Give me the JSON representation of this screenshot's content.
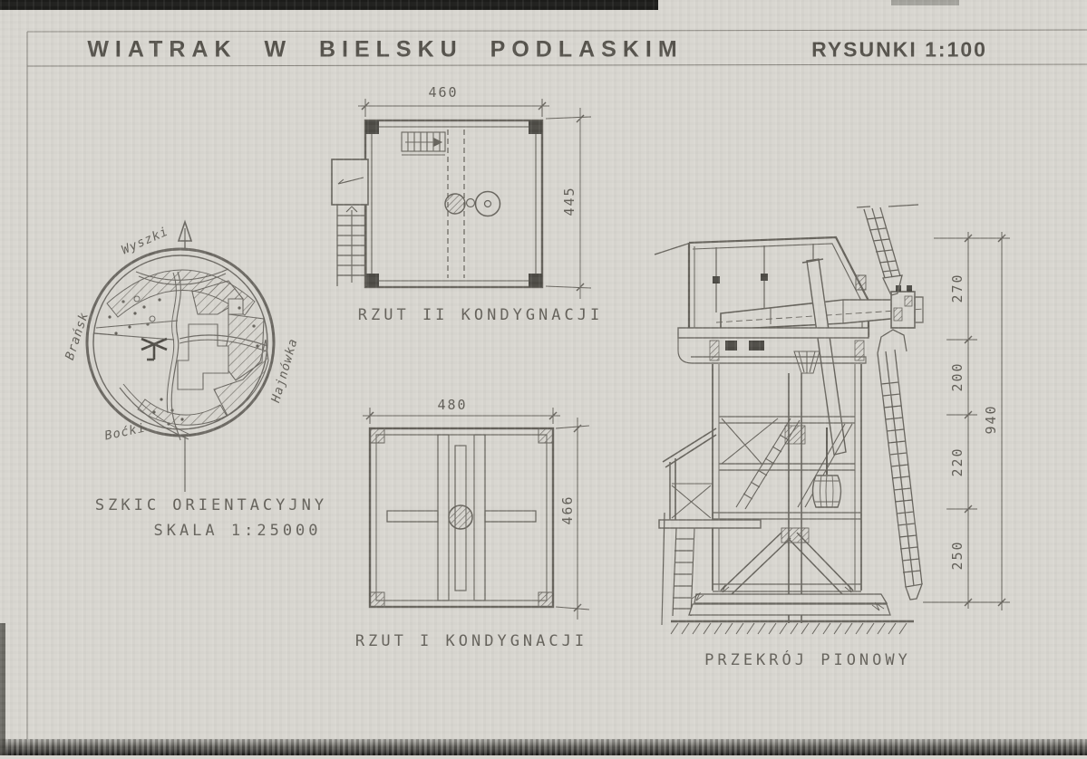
{
  "header": {
    "title": "WIATRAK W BIELSKU PODLASKIM",
    "scale_note": "RYSUNKI 1:100"
  },
  "orientation_sketch": {
    "caption_line1": "SZKIC ORIENTACYJNY",
    "caption_line2": "SKALA 1:25000",
    "place_labels": {
      "top": "Wyszki",
      "left": "Brańsk",
      "right": "Hajnówka",
      "bottom": "Boćki"
    }
  },
  "plan_second_floor": {
    "caption": "RZUT II KONDYGNACJI",
    "dim_width": "460",
    "dim_height": "445"
  },
  "plan_first_floor": {
    "caption": "RZUT I KONDYGNACJI",
    "dim_width": "480",
    "dim_height": "466"
  },
  "section": {
    "caption": "PRZEKRÓJ PIONOWY",
    "dim_segments": [
      "270",
      "200",
      "220",
      "250"
    ],
    "dim_total": "940"
  }
}
